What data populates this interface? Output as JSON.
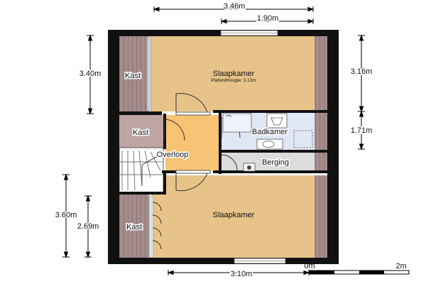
{
  "dimensions": {
    "top_total": "3.46m",
    "top_window": "1.90m",
    "left_upper": "3.40m",
    "right_upper": "3.16m",
    "right_middle": "1.71m",
    "left_lower_total": "3.60m",
    "left_lower_inner": "2.69m",
    "bottom_total": "3.10m"
  },
  "rooms": {
    "slaapkamer_top": "Slaapkamer",
    "ceiling_height": "Plafondhoogte: 3.13m",
    "kast_top": "Kast",
    "kast_middle": "Kast",
    "badkamer": "Badkamer",
    "overloop": "Overloop",
    "berging": "Berging",
    "slaapkamer_bottom": "Slaapkamer",
    "kast_bottom": "Kast"
  },
  "scale": {
    "start": "0m",
    "end": "2m"
  },
  "colors": {
    "bedroom": "#e8c389",
    "landing": "#f7c374",
    "bath": "#dfe7f5",
    "storage": "#dcdcdc",
    "closet": "#b79a9a",
    "wall": "#111111"
  }
}
